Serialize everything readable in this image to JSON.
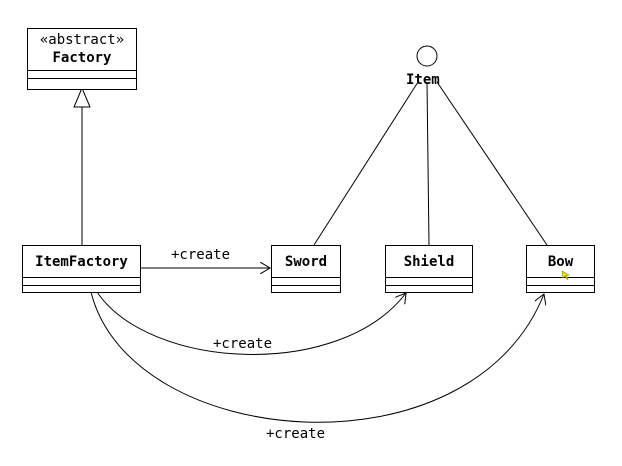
{
  "classes": {
    "factory": {
      "stereotype": "«abstract»",
      "name": "Factory"
    },
    "item_factory": {
      "name": "ItemFactory"
    },
    "sword": {
      "name": "Sword"
    },
    "shield": {
      "name": "Shield"
    },
    "bow": {
      "name": "Bow"
    }
  },
  "interface": {
    "name": "Item"
  },
  "edges": {
    "create_sword": "+create",
    "create_shield": "+create",
    "create_bow": "+create"
  },
  "colors": {
    "stroke": "#000000",
    "cursor": "#f2e600"
  }
}
